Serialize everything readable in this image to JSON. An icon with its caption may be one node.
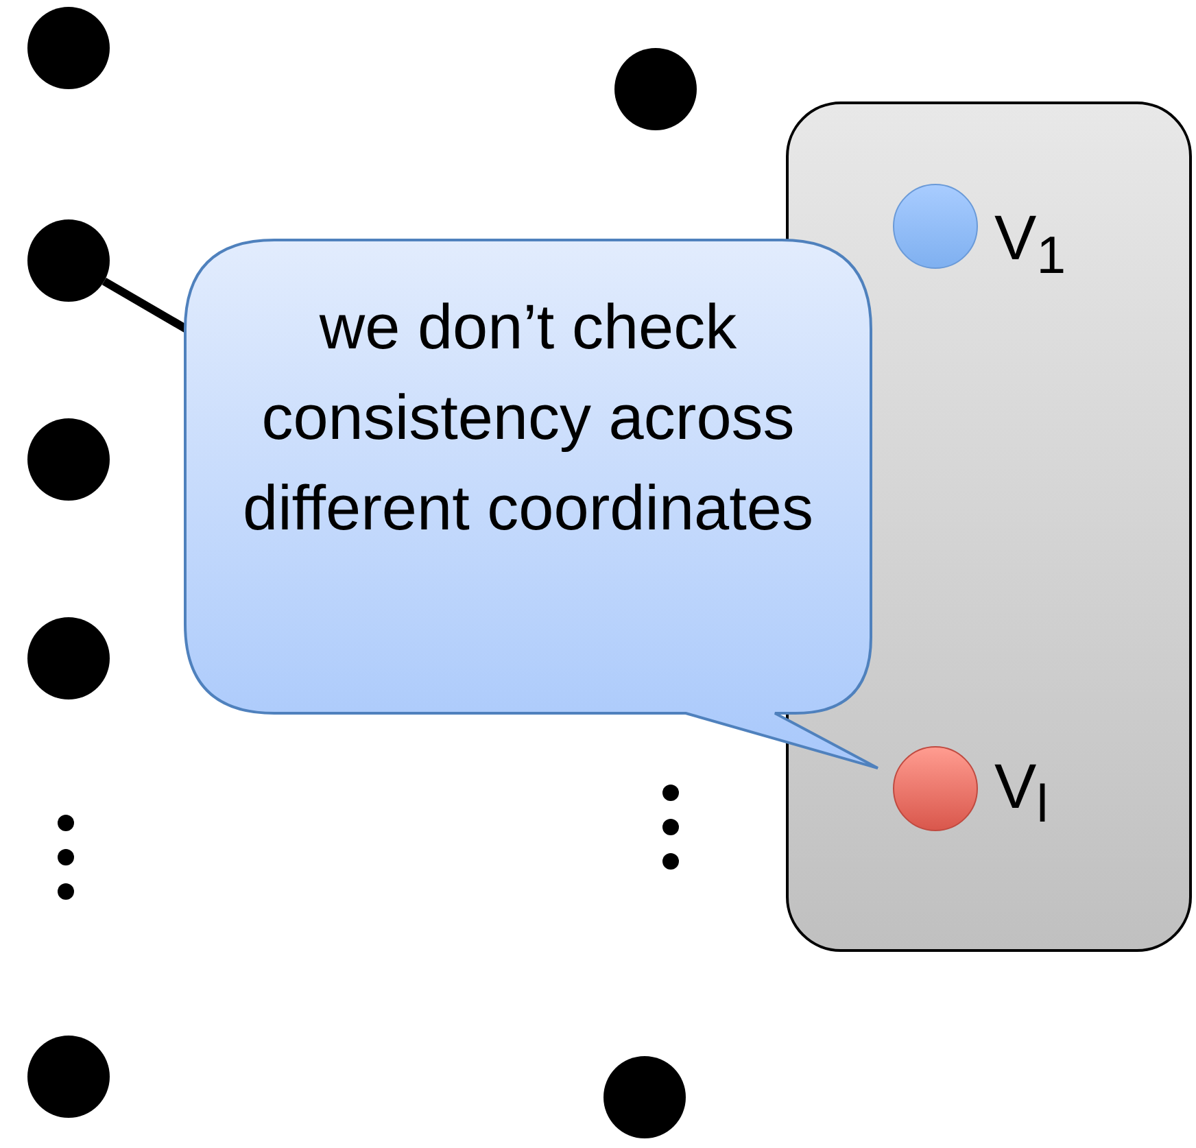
{
  "diagram": {
    "nodes": [
      {
        "text": [],
        "shape": "circle"
      },
      {
        "text": [],
        "shape": "circle"
      },
      {
        "text": [],
        "shape": "circle"
      },
      {
        "text": [],
        "shape": "circle"
      },
      {
        "text": [],
        "shape": "circle"
      },
      {
        "text": [],
        "shape": "circle"
      },
      {
        "text": [],
        "shape": "circle"
      },
      {
        "text": [],
        "shape": "box"
      },
      {
        "text": [],
        "shape": "circle",
        "in": 7,
        "beside": [
          "V$_{1}$"
        ]
      },
      {
        "text": [],
        "shape": "circle",
        "in": 7,
        "beside": [
          "V$_{l}$"
        ]
      },
      {
        "text": [
          "we don’t check consistency across different coordinates"
        ]
      }
    ],
    "edges": [
      {
        "from": 1,
        "to": 10,
        "arrow": "none"
      }
    ]
  }
}
